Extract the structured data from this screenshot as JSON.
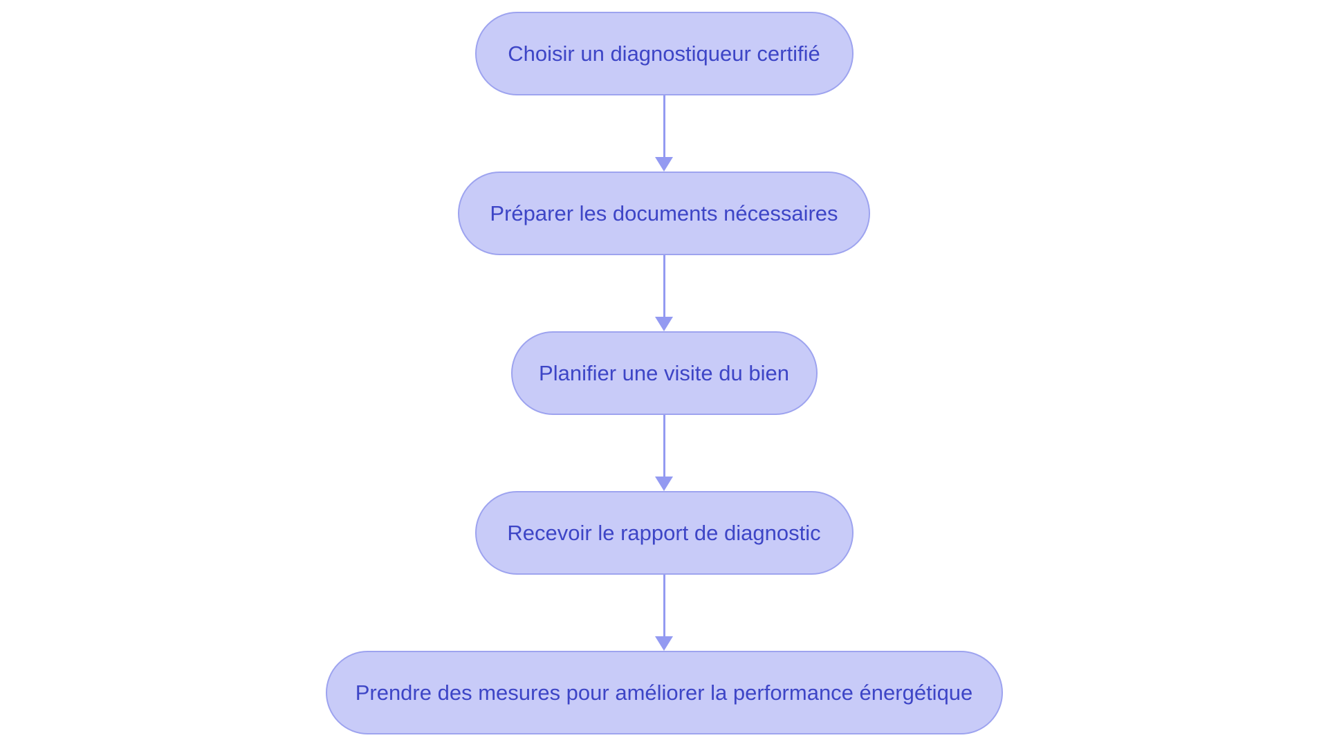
{
  "diagram": {
    "type": "flowchart",
    "direction": "top-down",
    "background": "#ffffff",
    "node_fill": "#c8cbf8",
    "node_border": "#9da3ef",
    "node_text_color": "#3d45c6",
    "arrow_color": "#939af1",
    "nodes": [
      {
        "id": "n1",
        "label": "Choisir un diagnostiqueur certifié"
      },
      {
        "id": "n2",
        "label": "Préparer les documents nécessaires"
      },
      {
        "id": "n3",
        "label": "Planifier une visite du bien"
      },
      {
        "id": "n4",
        "label": "Recevoir le rapport de diagnostic"
      },
      {
        "id": "n5",
        "label": "Prendre des mesures pour améliorer la performance énergétique"
      }
    ],
    "edges": [
      {
        "from": "n1",
        "to": "n2"
      },
      {
        "from": "n2",
        "to": "n3"
      },
      {
        "from": "n3",
        "to": "n4"
      },
      {
        "from": "n4",
        "to": "n5"
      }
    ]
  }
}
